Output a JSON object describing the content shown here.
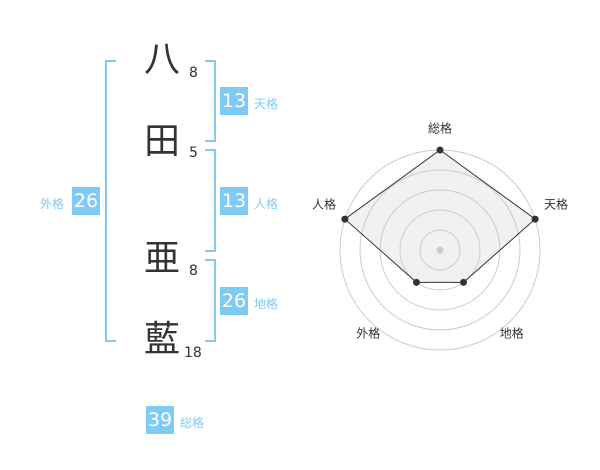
{
  "name": [
    {
      "char": "八",
      "strokes": "8"
    },
    {
      "char": "田",
      "strokes": "5"
    },
    {
      "char": "亜",
      "strokes": "8"
    },
    {
      "char": "藍",
      "strokes": "18"
    }
  ],
  "kaku": {
    "tenkaku": {
      "label": "天格",
      "value": "13"
    },
    "jinkaku": {
      "label": "人格",
      "value": "13"
    },
    "chikaku": {
      "label": "地格",
      "value": "26"
    },
    "gaikaku": {
      "label": "外格",
      "value": "26"
    },
    "soukaku": {
      "label": "総格",
      "value": "39"
    }
  },
  "accent": "#7fcbf5",
  "chart_data": {
    "type": "radar",
    "axes": [
      "総格",
      "天格",
      "地格",
      "外格",
      "人格"
    ],
    "values": [
      5,
      5,
      2,
      2,
      5
    ],
    "rmax": 5,
    "rings": 5
  }
}
